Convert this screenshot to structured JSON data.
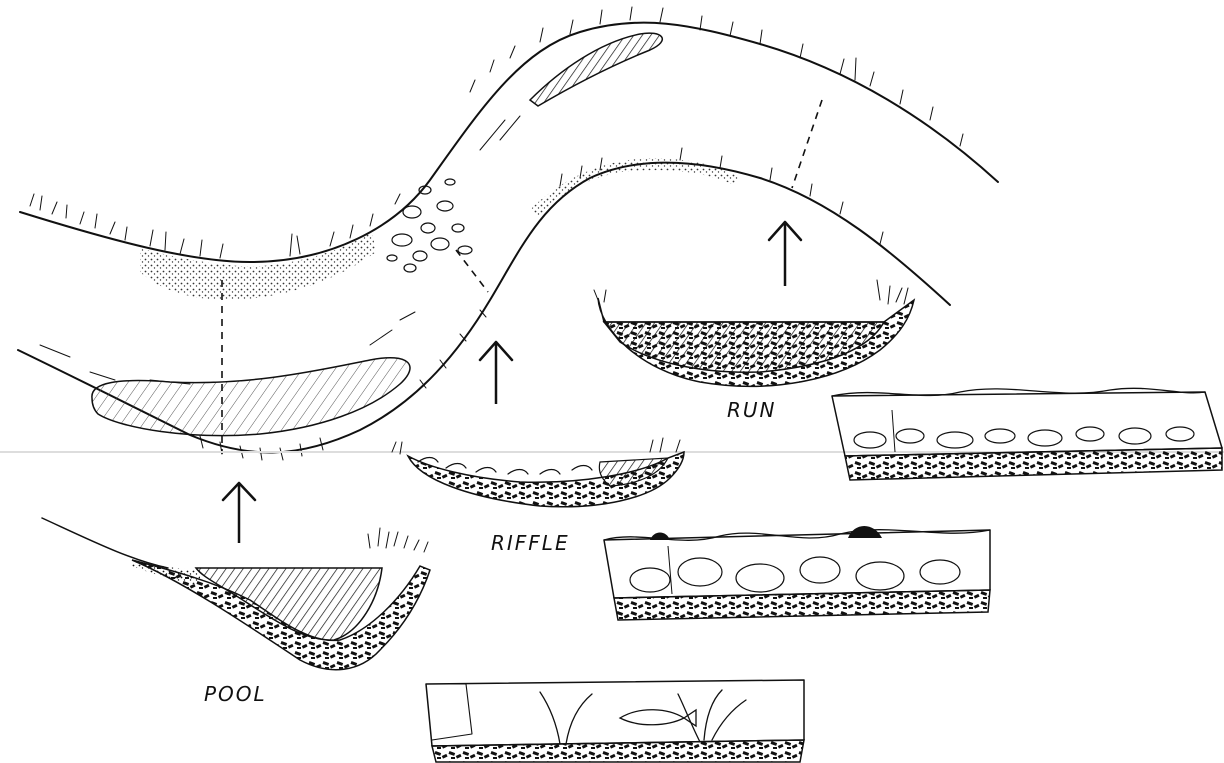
{
  "diagram": {
    "labels": {
      "pool": "POOL",
      "riffle": "RIFFLE",
      "run": "RUN"
    },
    "colors": {
      "ink": "#111111",
      "paper": "#ffffff",
      "seam": "#dddddd"
    }
  }
}
